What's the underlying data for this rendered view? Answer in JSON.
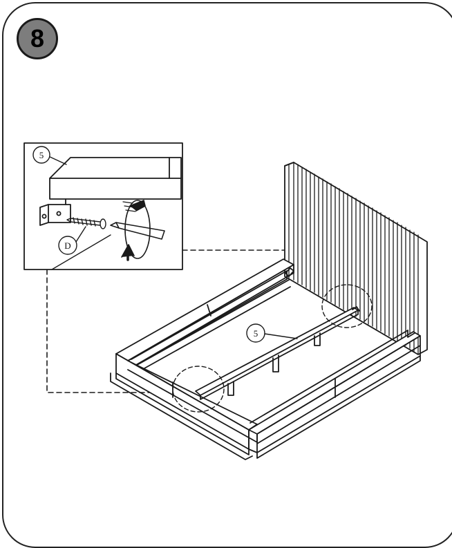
{
  "step": {
    "number": "8"
  },
  "labels": {
    "detail_part": "5",
    "screw": "D",
    "bed_part": "5"
  },
  "colors": {
    "badge_fill": "#7d7d7d",
    "line": "#1a1a1a"
  },
  "icons": [
    "screwdriver-icon",
    "rotate-clockwise-icon",
    "screw-icon",
    "bracket-icon"
  ]
}
